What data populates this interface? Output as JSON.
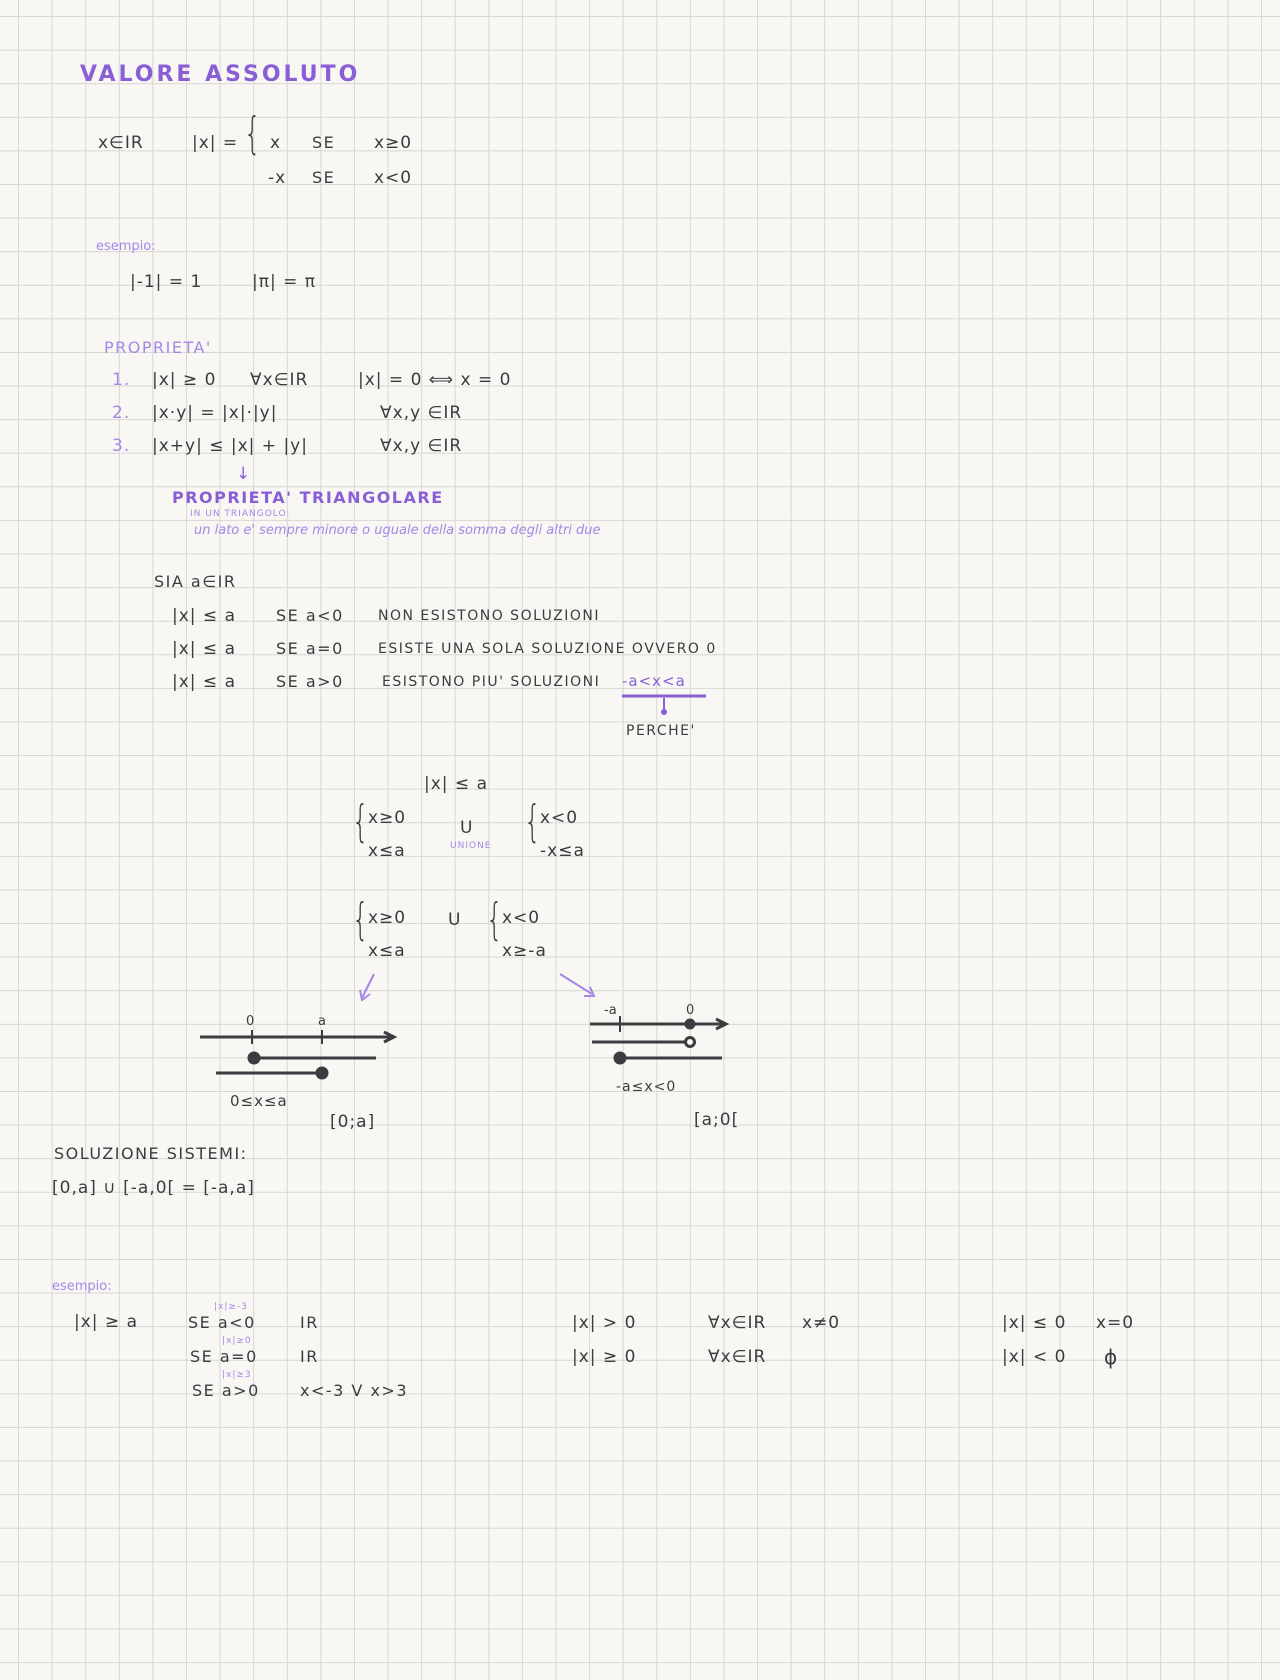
{
  "title": "VALORE ASSOLUTO",
  "definition": {
    "domain": "x∈IR",
    "lhs": "|x| =",
    "case1_expr": "x",
    "case1_se": "SE",
    "case1_cond": "x≥0",
    "case2_expr": "-x",
    "case2_se": "SE",
    "case2_cond": "x<0"
  },
  "example1": {
    "label": "esempio:",
    "a": "|-1| = 1",
    "b": "|π| = π"
  },
  "properties": {
    "heading": "PROPRIETA'",
    "items": [
      {
        "num": "1.",
        "a": "|x| ≥ 0",
        "b": "∀x∈IR",
        "c": "|x| = 0 ⟺ x = 0"
      },
      {
        "num": "2.",
        "a": "|x·y| = |x|·|y|",
        "b": "∀x,y ∈IR"
      },
      {
        "num": "3.",
        "a": "|x+y| ≤ |x| + |y|",
        "b": "∀x,y ∈IR"
      }
    ],
    "arrow": "↓",
    "triangle_title": "PROPRIETA' TRIANGOLARE",
    "triangle_sub": "IN UN TRIANGOLO:",
    "triangle_note": "un lato e' sempre minore o uguale della somma degli altri due"
  },
  "cases": {
    "intro": "SIA a∈IR",
    "rows": [
      {
        "expr": "|x| ≤ a",
        "cond": "SE a<0",
        "desc": "NON ESISTONO SOLUZIONI"
      },
      {
        "expr": "|x| ≤ a",
        "cond": "SE a=0",
        "desc": "ESISTE UNA SOLA SOLUZIONE OVVERO 0"
      },
      {
        "expr": "|x| ≤ a",
        "cond": "SE a>0",
        "desc": "ESISTONO PIU' SOLUZIONI"
      }
    ],
    "range": "-a<x<a",
    "why": "PERCHE'"
  },
  "systems": {
    "top": "|x| ≤ a",
    "s1a": "x≥0",
    "s1b": "x≤a",
    "union": "U",
    "union_label": "UNIONE",
    "s2a": "x<0",
    "s2b": "-x≤a",
    "s3a": "x≥0",
    "s3b": "x≤a",
    "union2": "U",
    "s4a": "x<0",
    "s4b": "x≥-a"
  },
  "numberlines": {
    "left_zero": "0",
    "left_a": "a",
    "left_ineq": "0≤x≤a",
    "left_interval": "[0;a]",
    "right_neg_a": "-a",
    "right_zero": "0",
    "right_ineq": "-a≤x<0",
    "right_interval": "[a;0["
  },
  "solution": {
    "label": "SOLUZIONE SISTEMI:",
    "expr": "[0,a] ∪ [-a,0[ = [-a,a]"
  },
  "example2": {
    "label": "esempio:",
    "main": "|x| ≥ a",
    "rows": [
      {
        "note": "|x|≥-3",
        "cond": "SE a<0",
        "res": "IR"
      },
      {
        "note": "|x|≥0",
        "cond": "SE a=0",
        "res": "IR"
      },
      {
        "note": "|x|≥3",
        "cond": "SE a>0",
        "res": "x<-3 V x>3"
      }
    ],
    "mid": [
      {
        "a": "|x| > 0",
        "b": "∀x∈IR",
        "c": "x≠0"
      },
      {
        "a": "|x| ≥ 0",
        "b": "∀x∈IR",
        "c": ""
      }
    ],
    "right": [
      {
        "a": "|x| ≤ 0",
        "b": "x=0"
      },
      {
        "a": "|x| < 0",
        "b": "ϕ"
      }
    ]
  },
  "colors": {
    "purple": "#8a5fd6",
    "light_purple": "#a886e8",
    "ink": "#3a3d40"
  }
}
